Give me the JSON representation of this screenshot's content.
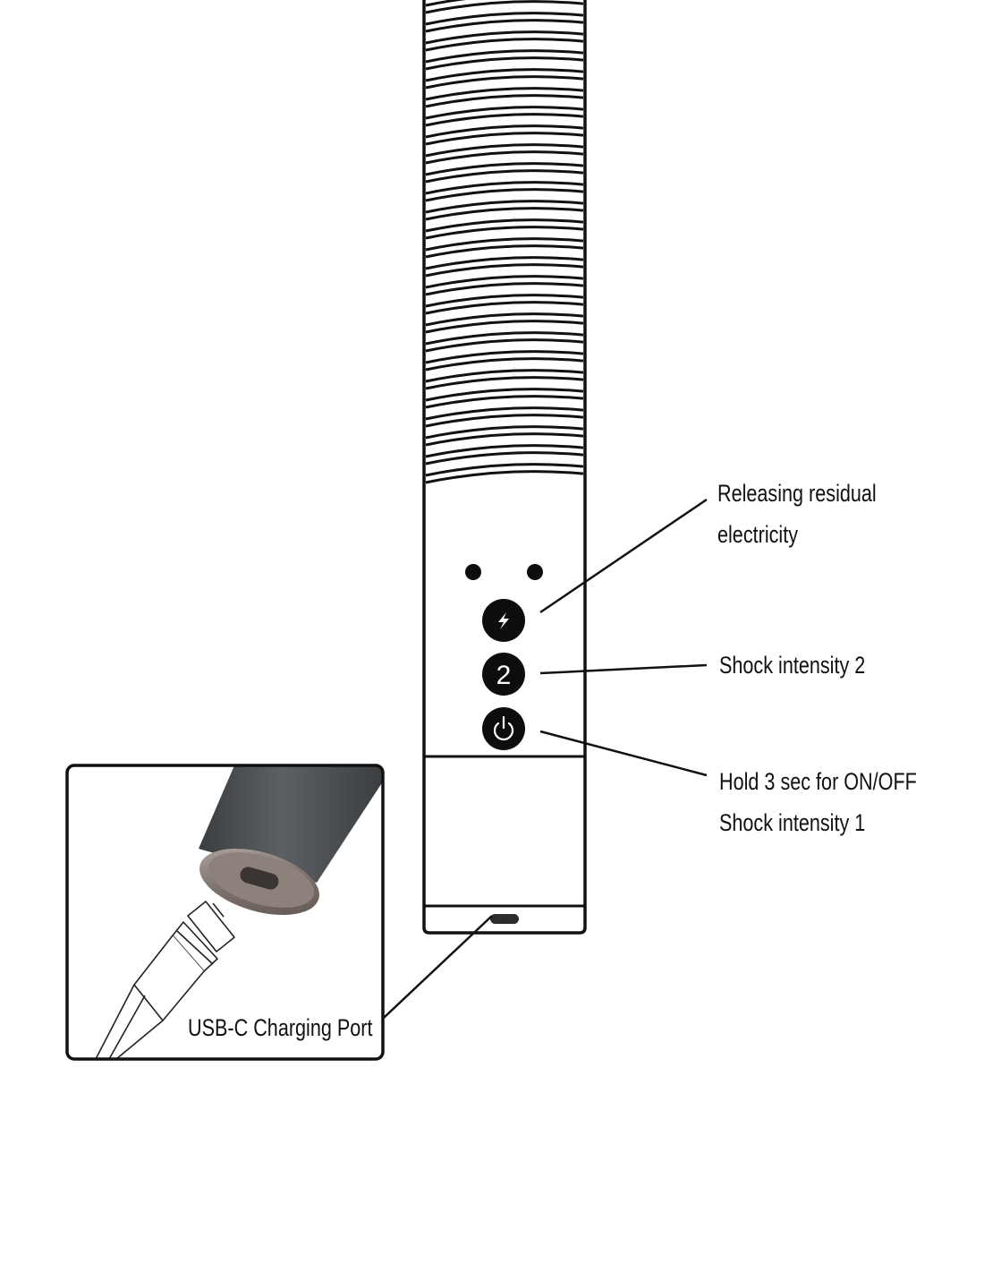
{
  "callouts": {
    "release_line1": "Releasing residual",
    "release_line2": "electricity",
    "intensity2": "Shock intensity 2",
    "power_line1": "Hold 3 sec for ON/OFF",
    "power_line2": "Shock intensity 1"
  },
  "buttons": {
    "release_icon": "lightning-bolt-icon",
    "intensity2_label": "2",
    "power_icon": "power-icon"
  },
  "inset": {
    "label": "USB-C Charging Port"
  },
  "colors": {
    "outline": "#111111",
    "button_fill": "#0d0d0d",
    "cap_dark": "#54575a",
    "cap_ring": "#8a7f7a"
  }
}
